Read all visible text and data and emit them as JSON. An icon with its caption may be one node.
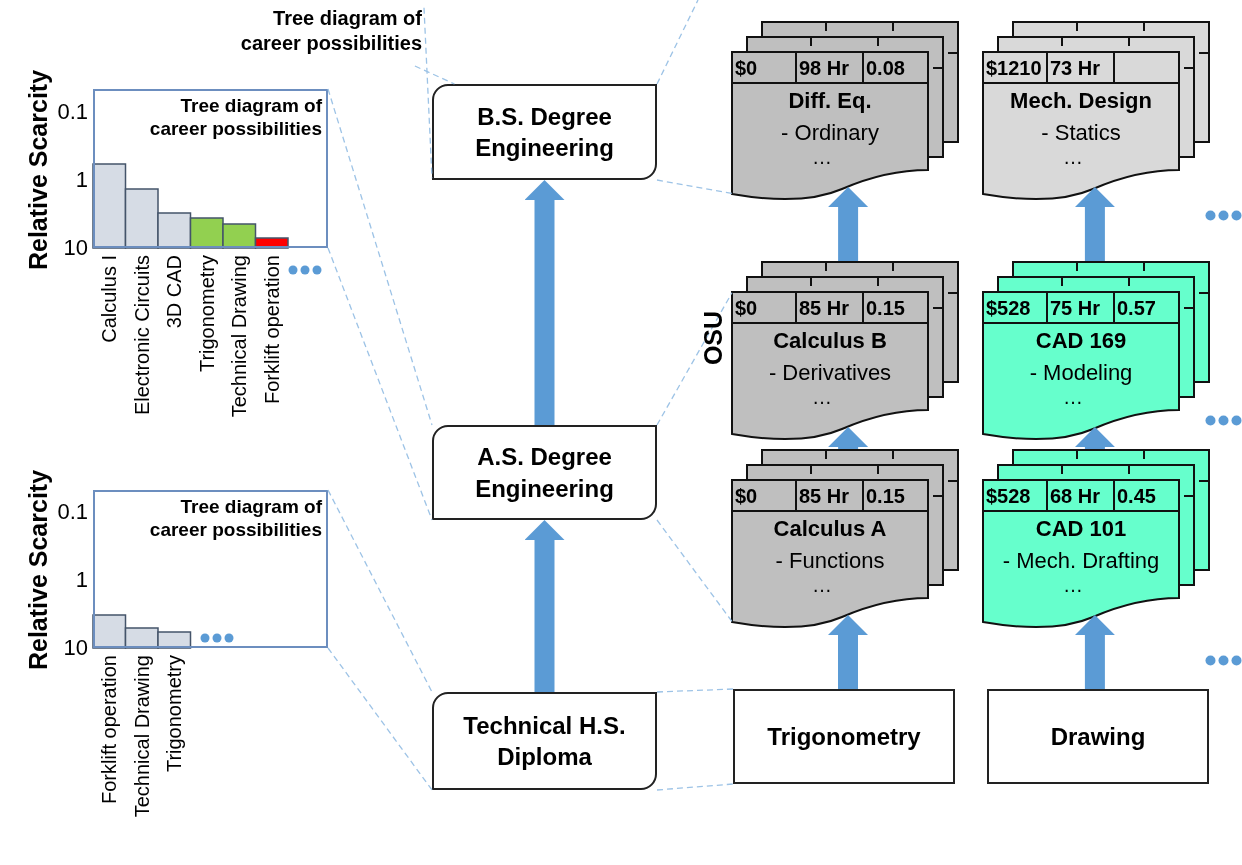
{
  "diagram": {
    "nodes": [
      {
        "text": [
          "Tree diagram of career possibilities"
        ]
      },
      {
        "text": [
          "Tree diagram of career possibilities"
        ],
        "beside": [
          "Relative Scarcity",
          "0.1",
          "1",
          "10",
          "Calculus I",
          "Electronic Circuits",
          "3D CAD",
          "Trigonometry",
          "Technical Drawing",
          "Forklift operation"
        ]
      },
      {
        "text": [
          "Tree diagram of career possibilities"
        ],
        "beside": [
          "Relative Scarcity",
          "0.1",
          "1",
          "10",
          "Forklift operation",
          "Technical Drawing",
          "Trigonometry"
        ]
      },
      {
        "text": [
          "B.S. Degree Engineering"
        ]
      },
      {
        "text": [
          "A.S. Degree Engineering"
        ]
      },
      {
        "text": [
          "Technical H.S. Diploma"
        ]
      },
      {
        "text": [
          "$0",
          "98 Hr",
          "0.08",
          "Diff. Eq.",
          "- Ordinary",
          "…"
        ]
      },
      {
        "text": [
          "$1210",
          "73 Hr",
          "Mech. Design",
          "- Statics",
          "…"
        ]
      },
      {
        "text": [
          "$0",
          "85 Hr",
          "0.15",
          "Calculus B",
          "- Derivatives",
          "…"
        ]
      },
      {
        "text": [
          "$528",
          "75 Hr",
          "0.57",
          "CAD 169",
          "- Modeling",
          "…"
        ]
      },
      {
        "text": [
          "$0",
          "85 Hr",
          "0.15",
          "Calculus A",
          "- Functions",
          "…"
        ]
      },
      {
        "text": [
          "$528",
          "68 Hr",
          "0.45",
          "CAD 101",
          "- Mech. Drafting",
          "…"
        ]
      },
      {
        "text": [
          "Trigonometry"
        ]
      },
      {
        "text": [
          "Drawing"
        ]
      }
    ],
    "edges": [
      {
        "from": 5,
        "to": 4,
        "arrow": "to",
        "style": "thick",
        "color": "#5b9bd5"
      },
      {
        "from": 4,
        "to": 3,
        "arrow": "to",
        "style": "thick",
        "color": "#5b9bd5"
      },
      {
        "from": 12,
        "to": 10,
        "arrow": "to",
        "style": "thick",
        "color": "#5b9bd5"
      },
      {
        "from": 10,
        "to": 8,
        "arrow": "to",
        "style": "thick",
        "color": "#5b9bd5"
      },
      {
        "from": 8,
        "to": 6,
        "arrow": "to",
        "style": "thick",
        "color": "#5b9bd5"
      },
      {
        "from": 13,
        "to": 11,
        "arrow": "to",
        "style": "thick",
        "color": "#5b9bd5"
      },
      {
        "from": 11,
        "to": 9,
        "arrow": "to",
        "style": "thick",
        "color": "#5b9bd5"
      },
      {
        "from": 9,
        "to": 7,
        "arrow": "to",
        "style": "thick",
        "color": "#5b9bd5"
      },
      {
        "from": 0,
        "to": 3,
        "arrow": "none",
        "style": "dashed",
        "color": "#9dc3e6"
      },
      {
        "from": 0,
        "to": 3,
        "arrow": "none",
        "style": "dashed",
        "color": "#9dc3e6"
      },
      {
        "from": 1,
        "to": 4,
        "arrow": "none",
        "style": "dashed",
        "color": "#9dc3e6"
      },
      {
        "from": 1,
        "to": 4,
        "arrow": "none",
        "style": "dashed",
        "color": "#9dc3e6"
      },
      {
        "from": 2,
        "to": 5,
        "arrow": "none",
        "style": "dashed",
        "color": "#9dc3e6"
      },
      {
        "from": 2,
        "to": 5,
        "arrow": "none",
        "style": "dashed",
        "color": "#9dc3e6"
      },
      {
        "from": 3,
        "to": null,
        "arrow": "none",
        "style": "dashed",
        "color": "#9dc3e6"
      },
      {
        "from": 3,
        "to": 6,
        "arrow": "none",
        "style": "dashed",
        "color": "#9dc3e6"
      },
      {
        "from": 4,
        "to": 8,
        "arrow": "none",
        "style": "dashed",
        "color": "#9dc3e6"
      },
      {
        "from": 4,
        "to": 10,
        "arrow": "none",
        "style": "dashed",
        "color": "#9dc3e6"
      },
      {
        "from": 5,
        "to": 12,
        "arrow": "none",
        "style": "dashed",
        "color": "#9dc3e6"
      },
      {
        "from": 5,
        "to": 12,
        "arrow": "none",
        "style": "dashed",
        "color": "#9dc3e6"
      }
    ],
    "labels": [
      "OSU"
    ]
  }
}
